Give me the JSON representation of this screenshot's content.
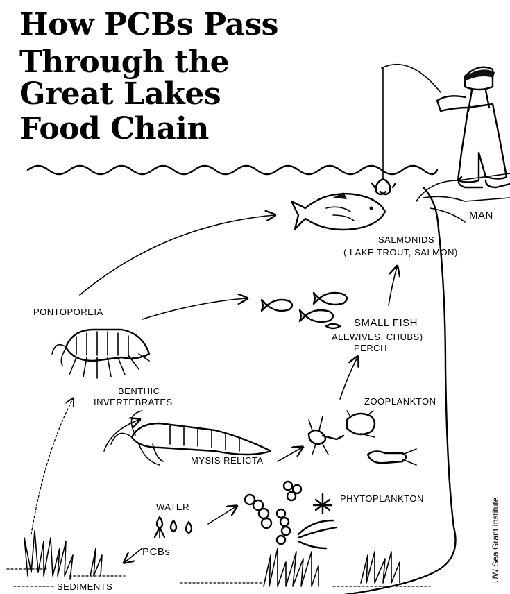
{
  "title_lines": [
    "How PCBs Pass",
    "Through the",
    "Great Lakes",
    "Food Chain"
  ],
  "labels": {
    "man": "MAN",
    "salmonids": "SALMONIDS",
    "salmonids_examples": "( LAKE TROUT, SALMON)",
    "pontoporeia": "PONTOPOREIA",
    "small_fish": "SMALL FISH",
    "small_fish_examples_1": "ALEWIVES, CHUBS)",
    "small_fish_examples_2": "PERCH",
    "benthic_1": "BENTHIC",
    "benthic_2": "INVERTEBRATES",
    "zooplankton": "ZOOPLANKTON",
    "mysis": "MYSIS RELICTA",
    "water": "WATER",
    "phytoplankton": "PHYTOPLANKTON",
    "pcbs": "PCBs",
    "sediments": "SEDIMENTS"
  },
  "credit": "UW Sea Grant Institute"
}
